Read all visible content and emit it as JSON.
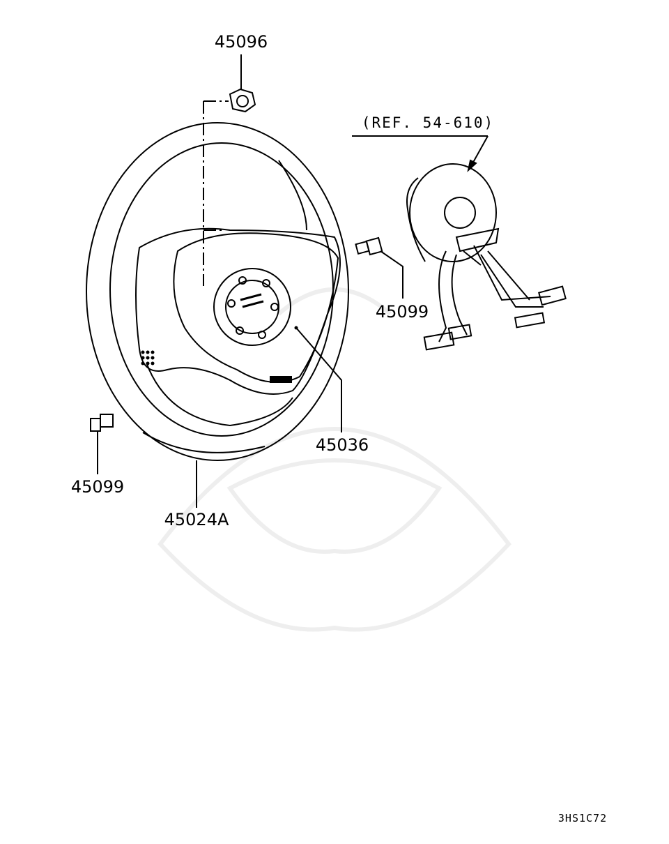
{
  "diagram": {
    "parts": [
      {
        "number": "45096",
        "name": "nut"
      },
      {
        "number": "45099",
        "name": "bolt-right"
      },
      {
        "number": "45036",
        "name": "horn-pad"
      },
      {
        "number": "45099",
        "name": "bolt-left"
      },
      {
        "number": "45024A",
        "name": "steering-wheel"
      }
    ],
    "reference": "(REF. 54-610)",
    "drawing_code": "3HS1C72",
    "line_color": "#000000",
    "watermark_color": "#f0f0f0"
  }
}
